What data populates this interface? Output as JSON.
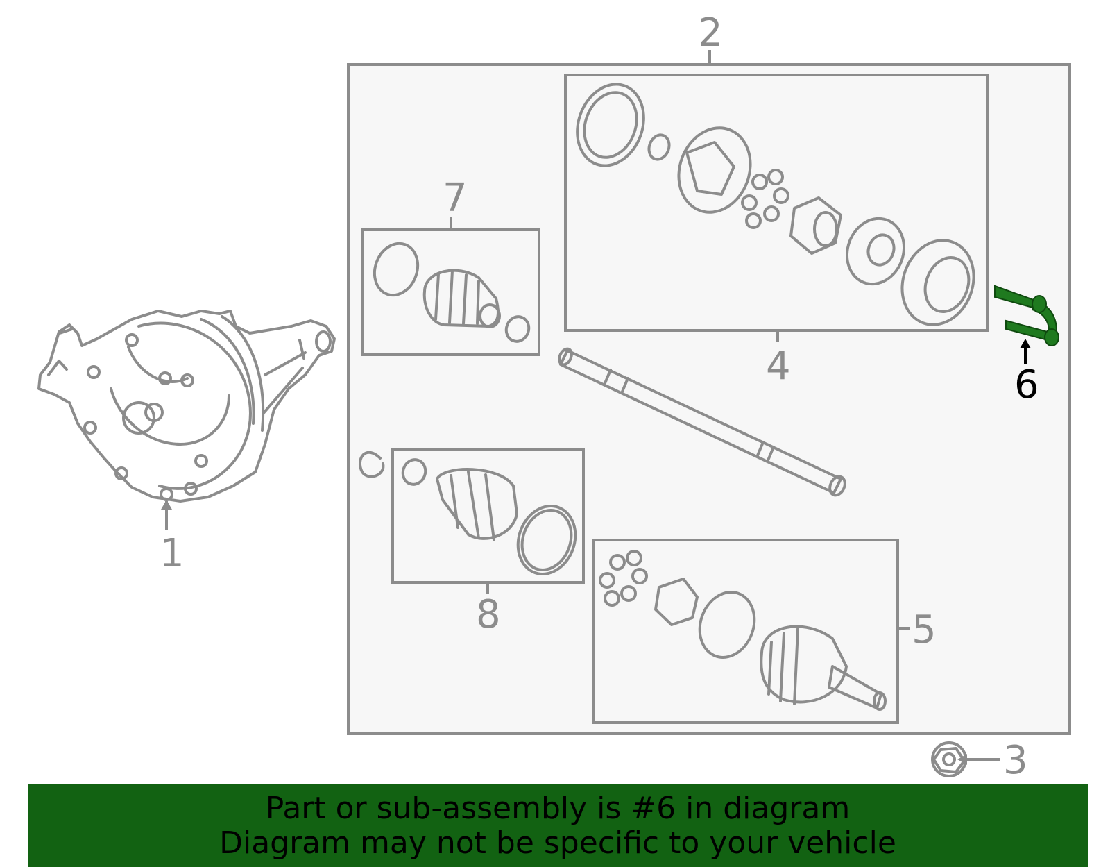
{
  "diagram": {
    "callouts": [
      "1",
      "2",
      "3",
      "4",
      "5",
      "6",
      "7",
      "8"
    ],
    "highlighted_callout": "6",
    "colors": {
      "line": "#8c8c8c",
      "assembly_box_fill": "#f7f7f7",
      "highlight_part": "#1f7a1f",
      "banner": "#126212",
      "highlight_label": "#000000"
    }
  },
  "banner": {
    "line1": "Part or sub-assembly is #6 in diagram",
    "line2": "Diagram may not be specific to your vehicle"
  }
}
